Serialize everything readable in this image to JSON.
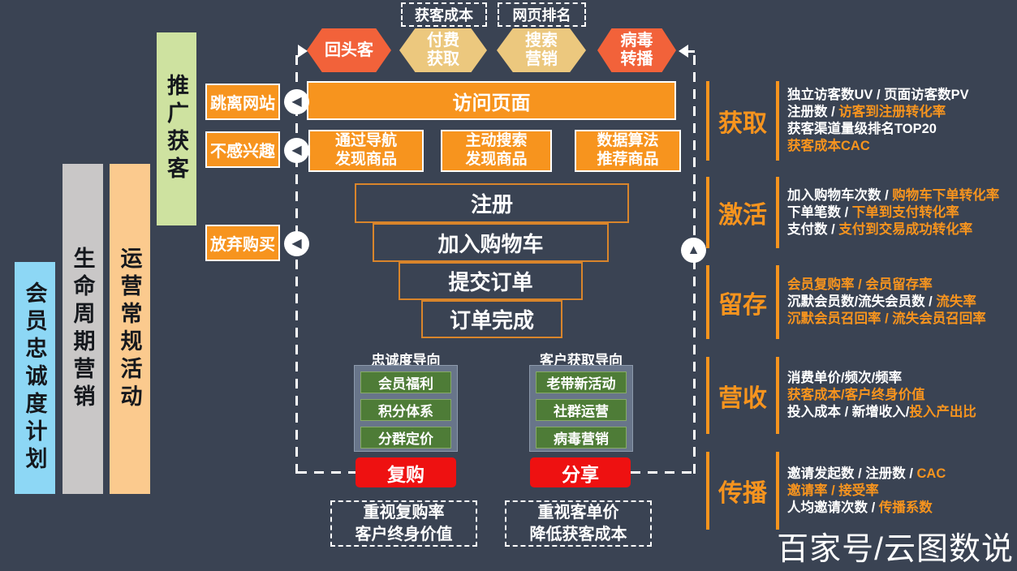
{
  "colors": {
    "background": "#3a4353",
    "orange_accent": "#f7941e",
    "hexagon_red": "#f2623a",
    "hexagon_tan": "#ecc87e",
    "loyalty_bar_blue": "#8dd7f5",
    "lifecycle_bar_gray": "#c9c7c7",
    "operations_bar_peach": "#fbca8e",
    "promotion_bar_green": "#cee2a0",
    "tactic_panel_slate": "#68758a",
    "tactic_green": "#4e7c37",
    "action_red": "#ee1111",
    "funnel_border_orange": "#d9852b"
  },
  "left_bars": [
    {
      "label": "会员忠诚度计划"
    },
    {
      "label": "生命周期营销"
    },
    {
      "label": "运营常规活动"
    },
    {
      "label": "推广获客"
    }
  ],
  "top": {
    "cost_label": "获客成本",
    "rank_label": "网页排名",
    "hexagons": [
      {
        "line1": "回头客",
        "line2": ""
      },
      {
        "line1": "付费",
        "line2": "获取"
      },
      {
        "line1": "搜索",
        "line2": "营销"
      },
      {
        "line1": "病毒",
        "line2": "转播"
      }
    ]
  },
  "funnel": {
    "visit_label": "访问页面",
    "discovery": [
      {
        "line1": "通过导航",
        "line2": "发现商品"
      },
      {
        "line1": "主动搜索",
        "line2": "发现商品"
      },
      {
        "line1": "数据算法",
        "line2": "推荐商品"
      }
    ],
    "steps": [
      "注册",
      "加入购物车",
      "提交订单",
      "订单完成"
    ]
  },
  "exits": [
    {
      "label": "跳离网站"
    },
    {
      "label": "不感兴趣"
    },
    {
      "label": "放弃购买"
    }
  ],
  "loyalty": {
    "header": "忠诚度导向",
    "items": [
      {
        "label": "会员福利"
      },
      {
        "label": "积分体系"
      },
      {
        "label": "分群定价"
      }
    ],
    "action": "复购",
    "note1": "重视复购率",
    "note2": "客户终身价值"
  },
  "referral": {
    "header": "客户获取导向",
    "items": [
      {
        "label": "老带新活动"
      },
      {
        "label": "社群运营"
      },
      {
        "label": "病毒营销"
      }
    ],
    "action": "分享",
    "note1": "重视客单价",
    "note2": "降低获客成本"
  },
  "stages": [
    {
      "label": "获取",
      "lines": [
        {
          "p1": "独立访客数UV / 页面访客数PV",
          "c1": "w"
        },
        {
          "p1": "注册数 / ",
          "c1": "w",
          "p2": "访客到注册转化率",
          "c2": "o"
        },
        {
          "p1": "获客渠道量级排名TOP20",
          "c1": "w"
        },
        {
          "p1": "获客成本CAC",
          "c1": "o"
        }
      ]
    },
    {
      "label": "激活",
      "lines": [
        {
          "p1": "加入购物车次数 / ",
          "c1": "w",
          "p2": "购物车下单转化率",
          "c2": "o"
        },
        {
          "p1": "下单笔数 / ",
          "c1": "w",
          "p2": "下单到支付转化率",
          "c2": "o"
        },
        {
          "p1": "支付数 / ",
          "c1": "w",
          "p2": "支付到交易成功转化率",
          "c2": "o"
        }
      ]
    },
    {
      "label": "留存",
      "lines": [
        {
          "p1": "会员复购率 / 会员留存率",
          "c1": "o"
        },
        {
          "p1": "沉默会员数/流失会员数 / ",
          "c1": "w",
          "p2": "流失率",
          "c2": "o"
        },
        {
          "p1": "沉默会员召回率 / 流失会员召回率",
          "c1": "o"
        }
      ]
    },
    {
      "label": "营收",
      "lines": [
        {
          "p1": "消费单价/频次/频率",
          "c1": "w"
        },
        {
          "p1": "获客成本/客户终身价值",
          "c1": "o"
        },
        {
          "p1": "投入成本 / 新增收入/",
          "c1": "w",
          "p2": "投入产出比",
          "c2": "o"
        }
      ]
    },
    {
      "label": "传播",
      "lines": [
        {
          "p1": "邀请发起数 / 注册数 / ",
          "c1": "w",
          "p2": "CAC",
          "c2": "o"
        },
        {
          "p1": "邀请率 / 接受率",
          "c1": "o"
        },
        {
          "p1": "人均邀请次数 / ",
          "c1": "w",
          "p2": "传播系数",
          "c2": "o"
        }
      ]
    }
  ],
  "watermark": "百家号/云图数说",
  "arrows": {
    "left_exit_arrow": "◀",
    "up_return_arrow": "▲"
  }
}
